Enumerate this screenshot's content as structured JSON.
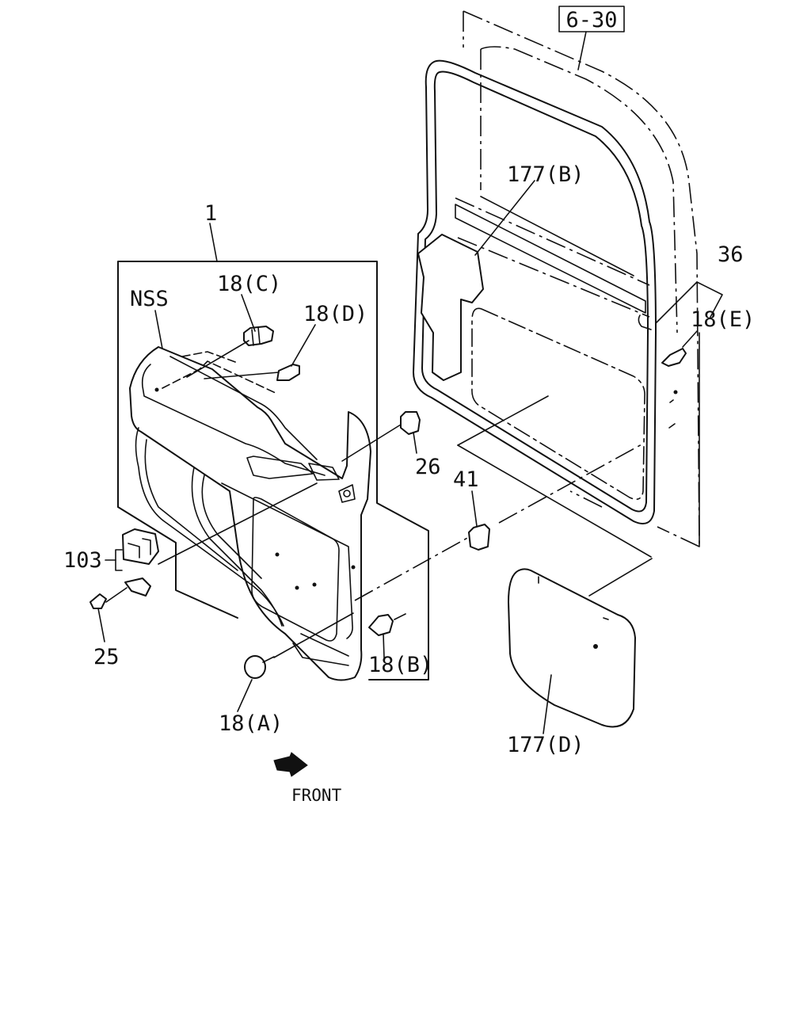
{
  "diagram": {
    "ref_box": "6-30",
    "labels": {
      "part_1": "1",
      "nss": "NSS",
      "p18c": "18(C)",
      "p18d": "18(D)",
      "p18e": "18(E)",
      "p18b": "18(B)",
      "p18a": "18(A)",
      "p36": "36",
      "p177b": "177(B)",
      "p177d": "177(D)",
      "p26": "26",
      "p41": "41",
      "p103": "103",
      "p25": "25",
      "front": "FRONT"
    }
  }
}
